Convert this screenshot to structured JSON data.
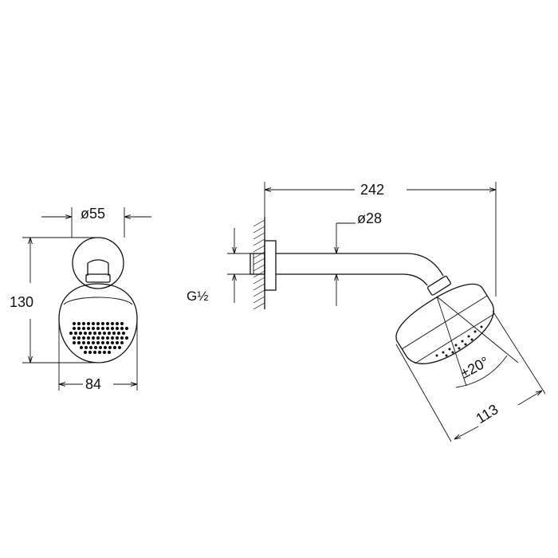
{
  "drawing": {
    "front_view": {
      "dim_flange_diameter": "ø55",
      "dim_total_height": "130",
      "dim_head_width": "84"
    },
    "side_view": {
      "dim_arm_length": "242",
      "dim_arm_diameter": "ø28",
      "dim_thread": "G½",
      "dim_head_depth": "113",
      "dim_spray_angle": "±20°"
    }
  }
}
